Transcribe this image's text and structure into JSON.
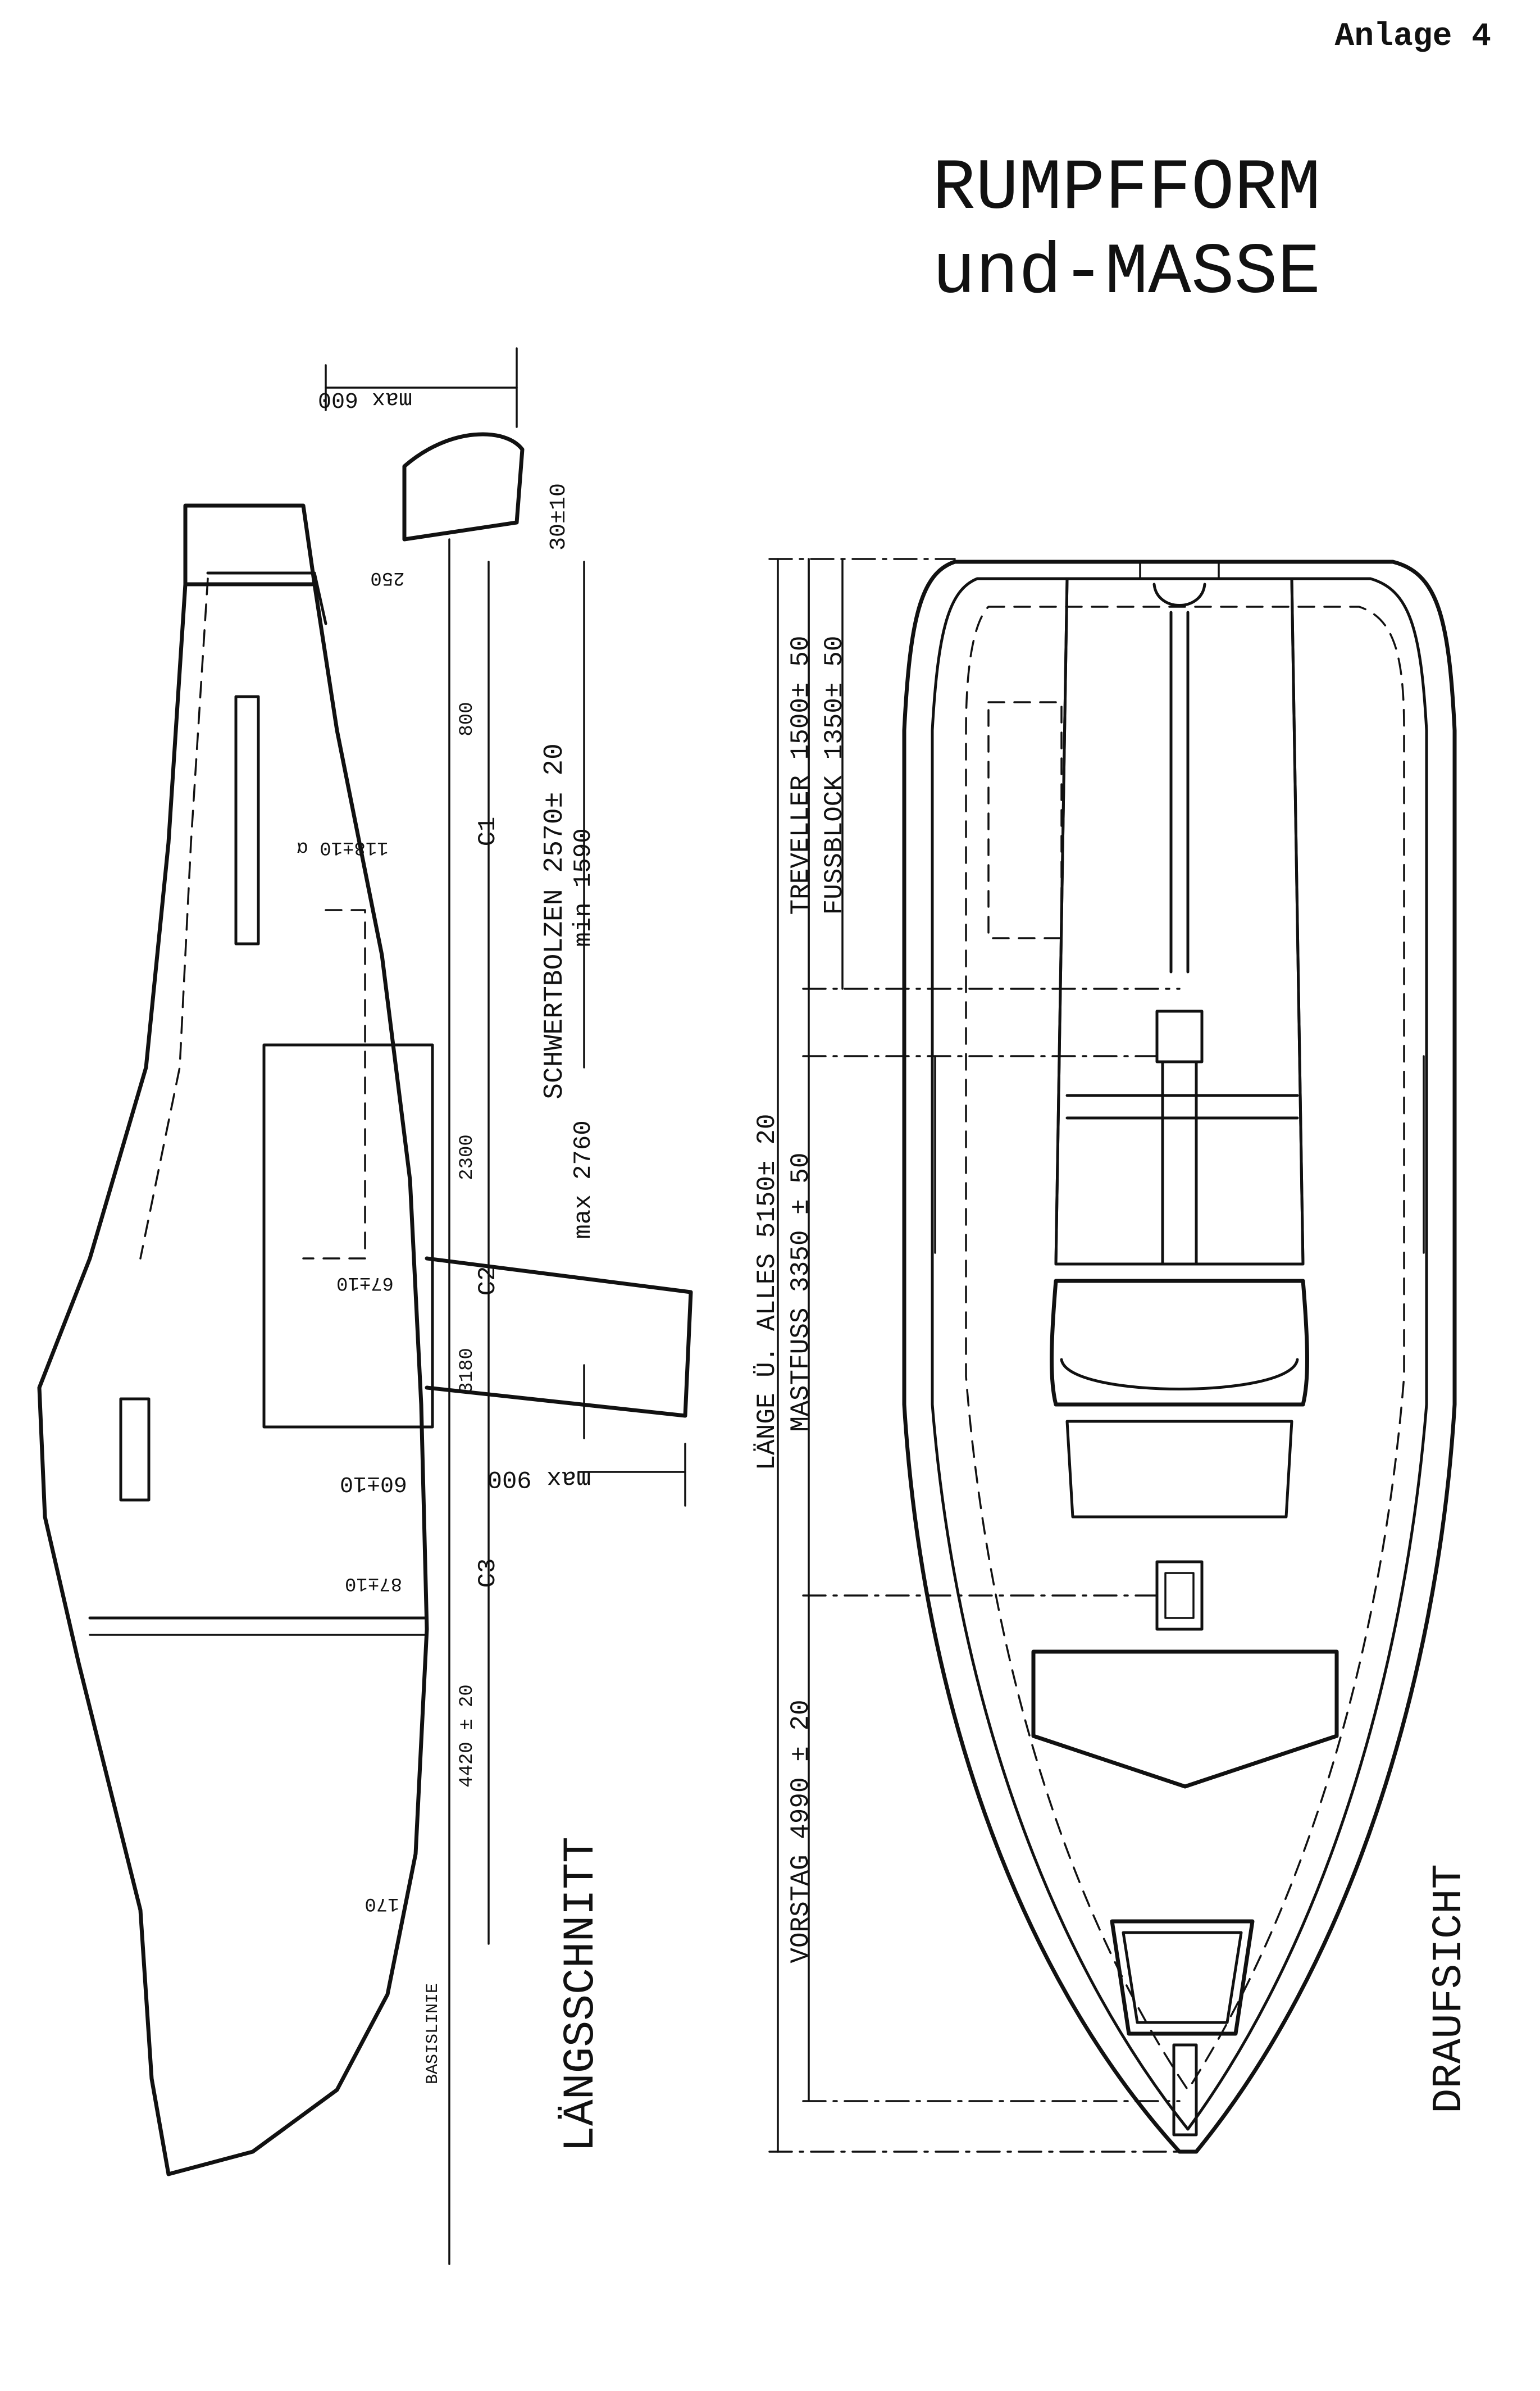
{
  "page": {
    "annex_label": "Anlage  4",
    "title_line1": "RUMPFFORM",
    "title_line2": "und-MASSE"
  },
  "section_view": {
    "label": "LÄNGSSCHNITT",
    "baseline_label": "BASISLINIE",
    "dims": {
      "max_stern": "max 600",
      "d250": "250",
      "d30": "30±10",
      "d800": "800",
      "c1": "C1",
      "a118": "118±10 α",
      "bolt": "SCHWERTBOLZEN 2570± 20",
      "bolt_min": "min 1590",
      "bolt_max": "max 2760",
      "d2300": "2300",
      "c2": "C2",
      "d67": "67±10",
      "d3180": "3180",
      "max_board": "max 900",
      "d60": "60±10",
      "c3": "C3",
      "d87": "87±10",
      "d4420": "4420 ± 20",
      "d170": "170"
    }
  },
  "plan_view": {
    "label": "DRAUFSICHT",
    "dims": {
      "length": "LÄNGE Ü. ALLES 5150± 20",
      "mast": "MASTFUSS 3350 ± 50",
      "traveller": "TREVELLER 1500± 50",
      "block": "FUSSBLOCK 1350± 50",
      "forestay": "VORSTAG 4990 ± 20"
    }
  }
}
